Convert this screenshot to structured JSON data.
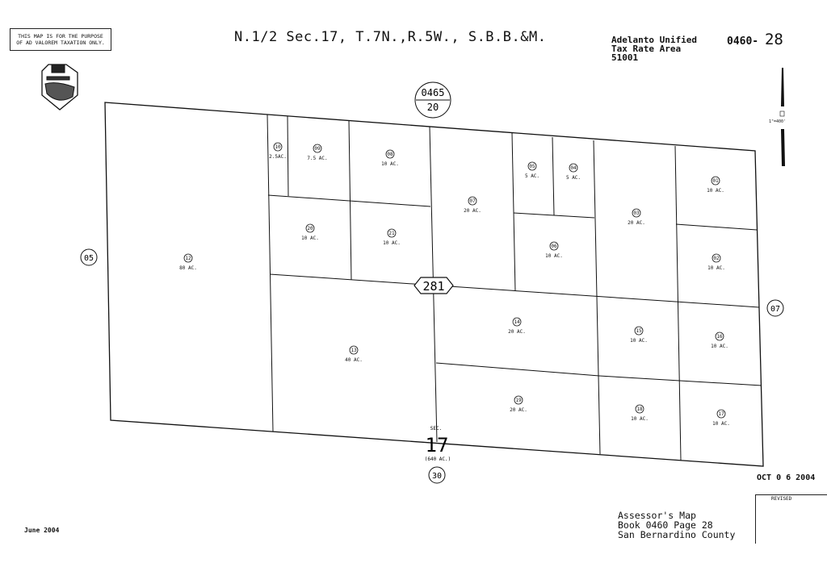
{
  "notice": {
    "line1": "THIS MAP IS FOR THE PURPOSE",
    "line2": "OF AD VALOREM TAXATION ONLY."
  },
  "title": "N.1/2 Sec.17, T.7N.,R.5W., S.B.B.&M.",
  "tax_rate_area": {
    "line1": "Adelanto Unified",
    "line2": "Tax Rate Area",
    "line3": "51001"
  },
  "map_number": {
    "book": "0460-",
    "page": "28"
  },
  "scale": "1\"=400'",
  "adjacent": {
    "north_top": "0465",
    "north_bottom": "20",
    "west": "05",
    "east": "07",
    "south": "30"
  },
  "road": "281",
  "section": {
    "label": "SEC.",
    "number": "17",
    "area": "(640 AC.)"
  },
  "parcels": [
    {
      "no": "12",
      "area": "80 AC."
    },
    {
      "no": "10",
      "area": "2.5AC."
    },
    {
      "no": "09",
      "area": "7.5 AC."
    },
    {
      "no": "08",
      "area": "10 AC."
    },
    {
      "no": "07",
      "area": "20 AC."
    },
    {
      "no": "05",
      "area": "5 AC."
    },
    {
      "no": "04",
      "area": "5 AC."
    },
    {
      "no": "03",
      "area": "20 AC."
    },
    {
      "no": "01",
      "area": "10 AC."
    },
    {
      "no": "02",
      "area": "10 AC."
    },
    {
      "no": "20",
      "area": "10 AC."
    },
    {
      "no": "21",
      "area": "10 AC."
    },
    {
      "no": "06",
      "area": "10 AC."
    },
    {
      "no": "14",
      "area": "20 AC."
    },
    {
      "no": "15",
      "area": "10 AC."
    },
    {
      "no": "16",
      "area": "10 AC."
    },
    {
      "no": "13",
      "area": "40 AC."
    },
    {
      "no": "19",
      "area": "20 AC."
    },
    {
      "no": "18",
      "area": "10 AC."
    },
    {
      "no": "17",
      "area": "10 AC."
    }
  ],
  "date_left": "June 2004",
  "stamp_date": "OCT 0 6 2004",
  "revised": "REVISED",
  "footer": {
    "line1": "Assessor's Map",
    "line2": "Book 0460 Page 28",
    "line3": "San Bernardino County"
  }
}
